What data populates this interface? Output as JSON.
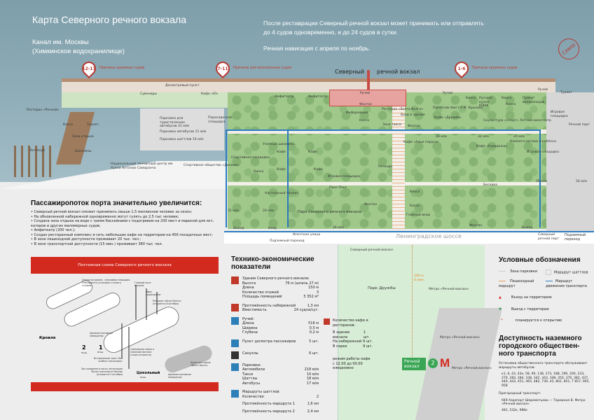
{
  "header": {
    "title": "Карта Северного речного вокзала",
    "location_line1": "Канал им. Москвы",
    "location_line2": "(Химкинское водохранилище)",
    "info_line1": "После реставрации Северный речной вокзал может принимать или отправлять",
    "info_line2": "до 4 судов одновременно, и до 24 судов в сутки.",
    "info_line3": "Речная навигация с апреля по ноябрь.",
    "compass_label": "Север"
  },
  "berths": [
    {
      "num": "12-17",
      "label": "Причалы круизных судов"
    },
    {
      "num": "7-11",
      "label": "Причалы для всесезонных судов"
    },
    {
      "num": "1-6",
      "label": "Причалы круизных судов"
    }
  ],
  "map": {
    "station_word1": "Северный",
    "station_word2": "речной вокзал",
    "labels": [
      "Ресторан «Речной»",
      "Сувениры",
      "Кафе «Ю»",
      "Досмотровый пункт",
      "Касса",
      "Туалет",
      "Зона отдыха",
      "Бассейны",
      "Яхт-Клуб",
      "Парковка для туристических автобусов 21 м/м",
      "Парковка автобусов 11 м/м",
      "Парковка шаттлов 16 м/м",
      "Пересадочная площадка",
      "Национальный теннисный центр им. Хуана Антонио Самаранча",
      "Спортивное общество «Динамо»",
      "Амфитеатр",
      "Амфитеатр",
      "Фонтан",
      "Информация",
      "Касса",
      "Ресторан «Волга Волга»",
      "Вход в здание",
      "Зона такси",
      "Фонтан",
      "Ручей",
      "Ручей",
      "Ручей",
      "Киоск",
      "Русская кухня KIBAK",
      "Киоск",
      "Киоск",
      "Прокат велосипедов",
      "Туалет",
      "Памятник-бюст А.М. Крылову",
      "Кафе «Дружба»",
      "Скульптура «Спорт»",
      "Летний кинотеатр",
      "Игровая площадка",
      "Речной порт",
      "28 м/м",
      "32 м/м",
      "20 м/м",
      "Кафе «Алые паруса»",
      "Кафе «Кувшинка»",
      "Комната матери и ребёнка",
      "Игровая площадка",
      "Киоск",
      "Кафе",
      "Кафе",
      "Кафе",
      "Кафе",
      "Игровая площадка",
      "Пинг-Понг",
      "Уличные шахматы",
      "Спортивная площадка",
      "Настольный теннис",
      "Парк Северного речного вокзала",
      "31 м/м",
      "24 м/м",
      "24 м/м",
      "Выход",
      "Вход",
      "Флотская улица",
      "Подземный переход",
      "Северный речной вокзал",
      "Ленинградское шоссе",
      "Фонтан",
      "Ротонда",
      "Киоск",
      "Касса",
      "Главный вход",
      "Беседка",
      "Выход",
      "Фонтан",
      "Северный речной порт",
      "Подземный переход",
      "29 м/м",
      "24 м/м",
      "Парк Дружбы",
      "Метро «Речной вокзал»",
      "Метро «Речной вокзал»",
      "Метро «Речной вокзал»",
      "Речной вокзал",
      "2",
      "340 м",
      "4 мин."
    ]
  },
  "passengers": {
    "title": "Пассажиропоток порта значительно увеличится:",
    "items": [
      "Северный речной вокзал сможет принимать свыше 1,5 миллионов человек за сезон;",
      "На обновленной набережной одновременно могут гулять до 2,5 тыс человек;",
      "Создана зона отдыха на воде с тремя бассейнами с подогревом на 200 мест и мариной для яхт, катеров и других маломерных судов;",
      "Амфитеатр (200 чел.);",
      "Создан ресторанный комплекс и сеть небольших кафе на территории на 456 посадочных мест;",
      "В зоне пешеходной доступности проживает 20 тыс. чел.;",
      "В зоне транспортной доступности (15 мин.) проживает 380 тыс. чел."
    ]
  },
  "floorplan": {
    "title": "Поэтажная схема Северного речного вокзала",
    "floors": [
      "Кровля",
      "2",
      "Этаж",
      "1",
      "Этаж",
      "Цокольный",
      "Этаж"
    ],
    "callouts": [
      "Открытая кровля - смотровая площадка. Планируется установка столов и стульев.",
      "Административные помещения",
      "Главный холл вокзала",
      "Офис судоходства",
      "Ресторан «Волга Волга» (откроется 8 октября)",
      "Сувенирная лавка и книжный магазин (скоро откроется)",
      "Историческая зона «Зал особого пассажира»",
      "Зал ожидания и касса, экспозиция Музея транспорта Москвы (откроется 5 октября)",
      "Кухня ресторана «Волга Волга»",
      "Административные помещения"
    ]
  },
  "tei": {
    "title1": "Технико-экономические",
    "title2": "показатели",
    "building": {
      "heading": "Здание Северного речного вокзала:",
      "rows": [
        [
          "Высота",
          "76 м (шпиль 27 м)"
        ],
        [
          "Длина",
          "150 м"
        ],
        [
          "Количество этажей",
          "3"
        ],
        [
          "Площадь помещений",
          "5 352 м²"
        ]
      ]
    },
    "embankment": {
      "rows": [
        [
          "Протяжённость набережной",
          "1,3 км"
        ],
        [
          "Вместимость",
          "24 судна/сут."
        ]
      ]
    },
    "stream": {
      "heading": "Ручей:",
      "rows": [
        [
          "Длина",
          "516 м"
        ],
        [
          "Ширина",
          "0,5 м"
        ],
        [
          "Глубина",
          "0,2 м"
        ]
      ]
    },
    "inspection": [
      "Пункт досмотра пассажиров",
      "5 шт."
    ],
    "toilets": [
      "Санузлы",
      "6 шт."
    ],
    "parking": {
      "heading": "Парковки:",
      "rows": [
        [
          "Автомобили",
          "218 м/м"
        ],
        [
          "Такси",
          "10 м/м"
        ],
        [
          "Шаттлы",
          "18 м/м"
        ],
        [
          "Автобусы",
          "17 м/м"
        ]
      ]
    },
    "shuttles": {
      "heading": "Маршруты шаттлов:",
      "rows": [
        [
          "Количество",
          "2"
        ],
        [
          "Протяжённость маршрута 1",
          "1,6 км"
        ],
        [
          "Протяжённость маршрута 2",
          "2,4 км"
        ]
      ]
    },
    "cafes": {
      "heading": "Количество кафе и ресторанов:",
      "rows": [
        [
          "В здании вокзала",
          "1 шт."
        ],
        [
          "На набережной",
          "6 шт."
        ],
        [
          "В парке",
          "9 шт."
        ]
      ],
      "hours1": "режим работы кафе",
      "hours2": "с 12.00 до 00.00",
      "hours3": "ежедневно"
    }
  },
  "legend": {
    "title": "Условные обозначения",
    "items": [
      "Зона парковки",
      "Маршрут шаттлов",
      "Пешеходный маршрут",
      "Маршрут движения транспорта",
      "Въезд на территорию",
      "Выезд с территории",
      "планируется к открытию"
    ]
  },
  "transport": {
    "title1": "Доступность наземного",
    "title2": "городского обществен-",
    "title3": "ного транспорта",
    "stops_intro": "Остановки общественного транспорта обслуживают маршруты автобусов:",
    "routes": "к1, 6, 43, 43к, 58, 90, 138, 173, 188, 199, 200, 233, 270, 283, 284, 338, 342, 343, 348, 350, 370, 382, 437, 440, 443, 451, 465, 482, 739, 45, 801, 851, Т 857, 905, 958",
    "suburban_title": "Пригородный транспорт:",
    "suburban1": "949  Аэропорт Шереметьево — Терминал В. Метро «Речной вокзал»",
    "suburban2": "481, 532к, 986к"
  },
  "colors": {
    "accent": "#d32a1f",
    "route": "#2b7bbf",
    "park": "#9fc88a",
    "water": "#8fadb8"
  }
}
